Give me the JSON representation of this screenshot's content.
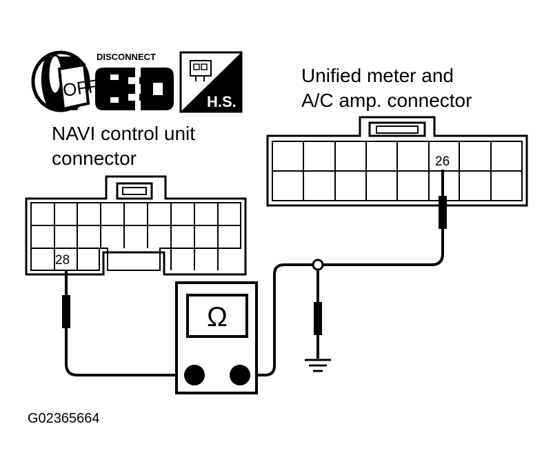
{
  "icons": {
    "ignition": {
      "icon": "ignition-key-off-icon",
      "label": "OFF"
    },
    "disconnect": {
      "icon": "connector-disconnect-icon",
      "label": "DISCONNECT"
    },
    "harness_side": {
      "icon": "harness-side-icon",
      "label": "H.S."
    }
  },
  "navi_connector": {
    "label_line1": "NAVI control unit",
    "label_line2": "connector",
    "pin": "28"
  },
  "meter_connector": {
    "label_line1": "Unified meter and",
    "label_line2": "A/C amp. connector",
    "pin": "26"
  },
  "ohmmeter": {
    "symbol": "Ω"
  },
  "figure_code": "G02365664",
  "colors": {
    "line": "#000000",
    "background": "#ffffff"
  }
}
